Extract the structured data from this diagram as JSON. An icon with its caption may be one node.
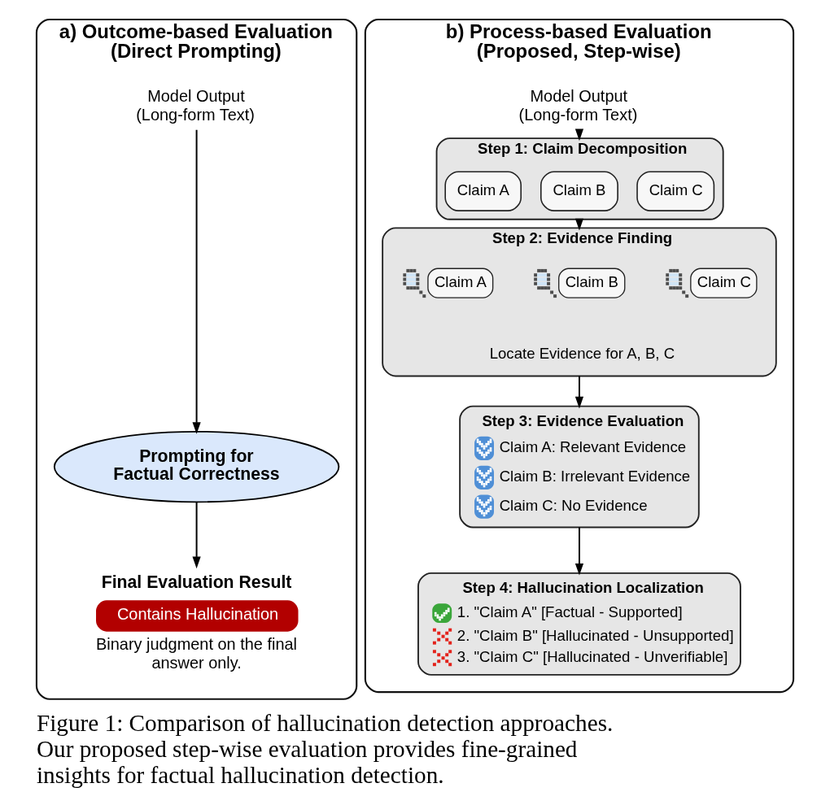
{
  "diagram": {
    "caption": "Figure 1: Comparison of hallucination detection approaches. Our proposed step-wise evaluation provides fine-grained insights for factual hallucination detection.",
    "nodes": [
      {
        "text": [
          "a) Outcome-based Evaluation (Direct Prompting)"
        ]
      },
      {
        "text": [
          "Model Output (Long-form Text)"
        ],
        "in": 0
      },
      {
        "text": [
          "Prompting for Factual Correctness"
        ],
        "in": 0
      },
      {
        "text": [
          "Final Evaluation Result",
          "Contains Hallucination"
        ],
        "beside": [
          "Binary judgment on the final answer only."
        ],
        "in": 0
      },
      {
        "text": [
          "b) Process-based Evaluation (Proposed, Step-wise)"
        ]
      },
      {
        "text": [
          "Model Output (Long-form Text)"
        ],
        "in": 4
      },
      {
        "text": [
          "Step 1: Claim Decomposition"
        ],
        "in": 4
      },
      {
        "text": [
          "Claim A"
        ],
        "in": 6
      },
      {
        "text": [
          "Claim B"
        ],
        "in": 6
      },
      {
        "text": [
          "Claim C"
        ],
        "in": 6
      },
      {
        "text": [
          "Step 2: Evidence Finding",
          "Locate Evidence for A, B, C"
        ],
        "in": 4
      },
      {
        "text": [
          "Claim A"
        ],
        "in": 10
      },
      {
        "text": [
          "Claim B"
        ],
        "in": 10
      },
      {
        "text": [
          "Claim C"
        ],
        "in": 10
      },
      {
        "text": [
          "Step 3: Evidence Evaluation",
          "Claim A: Relevant Evidence",
          "Claim B: Irrelevant Evidence",
          "Claim C: No Evidence"
        ],
        "in": 4
      },
      {
        "text": [
          "Step 4: Hallucination Localization",
          "1. \"Claim A\" [Factual - Supported]",
          "2. \"Claim B\" [Hallucinated - Unsupported]",
          "3. \"Claim C\" [Hallucinated - Unverifiable]"
        ],
        "in": 4
      }
    ],
    "edges": [
      {
        "from": 1,
        "to": 2,
        "arrow": "to"
      },
      {
        "from": 2,
        "to": 3,
        "arrow": "to"
      },
      {
        "from": 5,
        "to": 6,
        "arrow": "to"
      },
      {
        "from": 6,
        "to": 10,
        "arrow": "to"
      },
      {
        "from": 10,
        "to": 14,
        "arrow": "to"
      },
      {
        "from": 14,
        "to": 15,
        "arrow": "to"
      }
    ]
  }
}
